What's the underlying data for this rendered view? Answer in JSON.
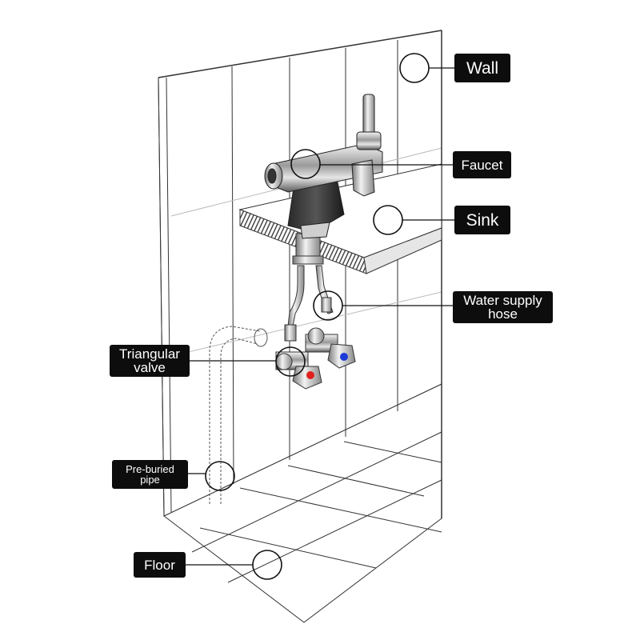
{
  "labels": {
    "wall": "Wall",
    "faucet": "Faucet",
    "sink": "Sink",
    "water_supply_hose": [
      "Water supply",
      "hose"
    ],
    "triangular_valve": [
      "Triangular",
      "valve"
    ],
    "pre_buried_pipe": [
      "Pre-buried",
      "pipe"
    ],
    "floor": "Floor"
  },
  "colors": {
    "label_bg": "#0d0d0d",
    "label_text": "#ffffff",
    "line": "#222222",
    "hot_marker": "#e0201e",
    "cold_marker": "#1c3ad6"
  }
}
